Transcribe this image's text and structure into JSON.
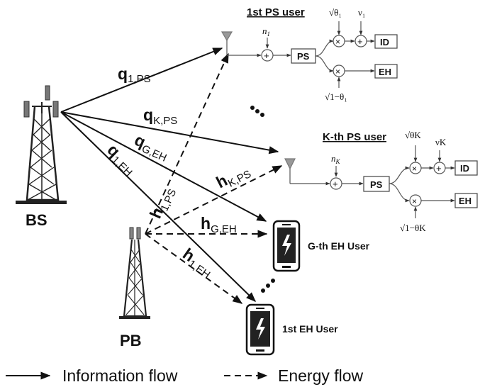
{
  "nodes": {
    "bs": "BS",
    "pb": "PB",
    "ps_user_1": "1st PS user",
    "ps_user_k": "K-th PS user",
    "eh_user_g": "G-th EH User",
    "eh_user_1": "1st EH User"
  },
  "blocks": {
    "ps": "PS",
    "id": "ID",
    "eh": "EH"
  },
  "signals": {
    "noise_1": "n",
    "noise_1_sub": "1",
    "noise_k": "n",
    "noise_k_sub": "K",
    "sqrt_theta_1": "√θ₁",
    "nu_1": "ν₁",
    "sqrt_one_minus_theta_1": "√1−θ₁",
    "sqrt_theta_k": "√θK",
    "nu_k": "νK",
    "sqrt_one_minus_theta_k": "√1−θK"
  },
  "channels": {
    "q1ps": {
      "main": "q",
      "sub": "1,PS"
    },
    "qkps": {
      "main": "q",
      "sub": "K,PS"
    },
    "qgeh": {
      "main": "q",
      "sub": "G,EH"
    },
    "q1eh": {
      "main": "q",
      "sub": "1,EH"
    },
    "h1ps": {
      "main": "h",
      "sub": "1,PS"
    },
    "hkps": {
      "main": "h",
      "sub": "K,PS"
    },
    "hgeh": {
      "main": "h",
      "sub": "G,EH"
    },
    "h1eh": {
      "main": "h",
      "sub": "1,EH"
    }
  },
  "legend": {
    "info": "Information flow",
    "energy": "Energy flow"
  },
  "ellipsis": "⋮"
}
